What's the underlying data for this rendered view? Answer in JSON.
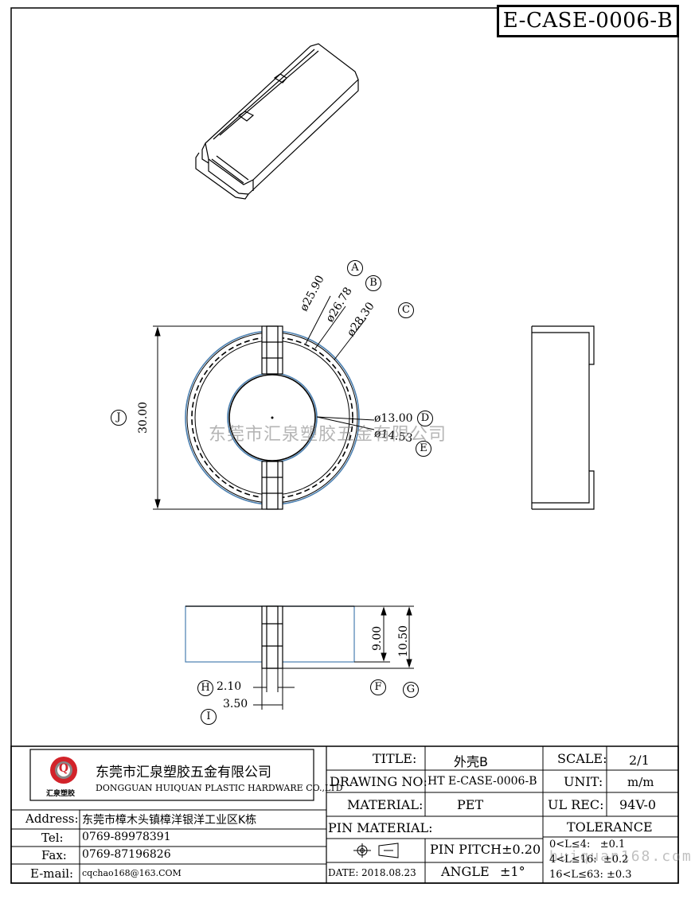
{
  "drawing_id": "E-CASE-0006-B",
  "watermark": "东莞市汇泉塑胶五金有限公司",
  "watermark_url": "huiquan168.com",
  "dimensions": {
    "a": {
      "value": "ø25.90",
      "marker": "A"
    },
    "b": {
      "value": "ø26.78",
      "marker": "B"
    },
    "c": {
      "value": "ø28.30",
      "marker": "C"
    },
    "d": {
      "value": "ø13.00",
      "marker": "D"
    },
    "e": {
      "value": "ø14.53",
      "marker": "E"
    },
    "j": {
      "value": "30.00",
      "marker": "J"
    },
    "f": {
      "value": "9.00",
      "marker": "F"
    },
    "g": {
      "value": "10.50",
      "marker": "G"
    },
    "h": {
      "value": "2.10",
      "marker": "H"
    },
    "i": {
      "value": "3.50",
      "marker": "I"
    }
  },
  "company": {
    "name_cn": "东莞市汇泉塑胶五金有限公司",
    "name_en": "DONGGUAN HUIQUAN PLASTIC HARDWARE CO.,LTD",
    "logo_letter": "Q",
    "logo_text": "汇泉塑胶",
    "colors": {
      "logo_red": "#d2232a",
      "logo_gray": "#888888"
    }
  },
  "contact": {
    "address_label": "Address:",
    "address": "东莞市樟木头镇樟洋银洋工业区K栋",
    "tel_label": "Tel:",
    "tel": "0769-89978391",
    "fax_label": "Fax:",
    "fax": "0769-87196826",
    "email_label": "E-mail:",
    "email": "cqchao168@163.COM"
  },
  "title_block": {
    "title_label": "TITLE:",
    "title": "外壳B",
    "scale_label": "SCALE:",
    "scale": "2/1",
    "drawing_no_label": "DRAWING NO:",
    "drawing_no": "HT E-CASE-0006-B",
    "unit_label": "UNIT:",
    "unit": "m/m",
    "material_label": "MATERIAL:",
    "material": "PET",
    "ul_label": "UL REC:",
    "ul": "94V-0",
    "pin_material_label": "PIN MATERIAL:",
    "pin_material": "",
    "tolerance_label": "TOLERANCE",
    "tolerance_rows": [
      "0<L≤4:   ±0.1",
      "4<L≤16:  ±0.2",
      "16<L≤63: ±0.3"
    ],
    "pin_pitch": "PIN PITCH±0.20",
    "angle_label": "ANGLE",
    "angle": "±1°",
    "date_label": "DATE:",
    "date": "2018.08.23"
  }
}
